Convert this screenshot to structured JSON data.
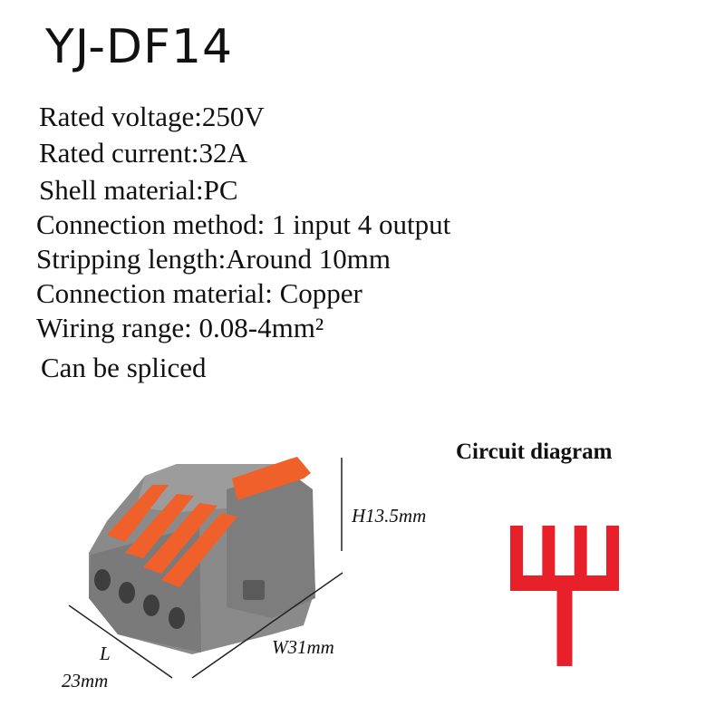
{
  "title": "YJ-DF14",
  "specs": {
    "rated_voltage": "Rated voltage:250V",
    "rated_current": "Rated current:32A",
    "shell_material": "Shell material:PC",
    "connection_method": "Connection method: 1 input 4 output",
    "stripping_length": "Stripping length:Around 10mm",
    "connection_material": "Connection material: Copper",
    "wiring_range": "Wiring range: 0.08-4mm²",
    "splice": "Can be spliced"
  },
  "circuit": {
    "title": "Circuit diagram",
    "inputs": 1,
    "outputs": 4,
    "color": "#e8202a"
  },
  "dimensions": {
    "height": "H13.5mm",
    "width": "W31mm",
    "length_letter": "L",
    "length_value": "23mm"
  },
  "product": {
    "body_color": "#8a8a8a",
    "lever_color": "#f0602a"
  }
}
